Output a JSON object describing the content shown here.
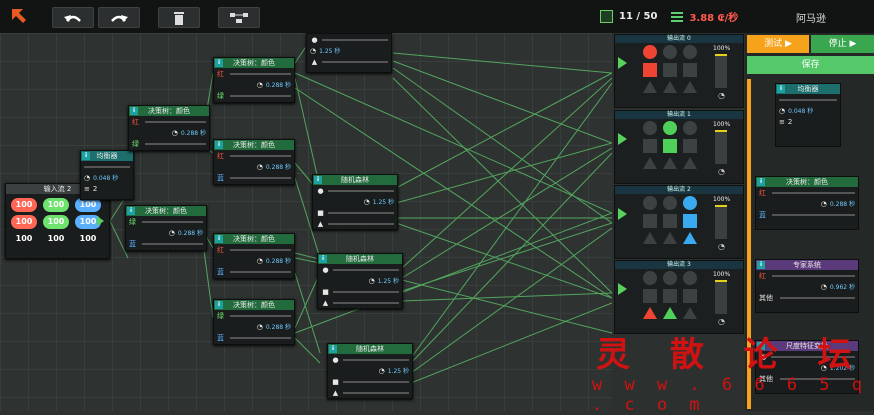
{
  "toolbar": {
    "counter": "11 / 50",
    "rate": "3.88 ₢/秒",
    "title": "阿马逊"
  },
  "input_node": {
    "title": "输入流 2",
    "cells": [
      [
        {
          "v": "100",
          "c": "red"
        },
        {
          "v": "100",
          "c": "grn"
        },
        {
          "v": "100",
          "c": "blu"
        }
      ],
      [
        {
          "v": "100",
          "c": "red"
        },
        {
          "v": "100",
          "c": "grn"
        },
        {
          "v": "100",
          "c": "blu"
        }
      ],
      [
        {
          "v": "100",
          "c": "wht"
        },
        {
          "v": "100",
          "c": "wht"
        },
        {
          "v": "100",
          "c": "wht"
        }
      ]
    ]
  },
  "balancer_node": {
    "title": "均衡器",
    "value": "0.048 秒",
    "count": "2"
  },
  "dt_nodes": [
    {
      "title": "决策树：颜色",
      "a": "红",
      "b": "绿",
      "val": "0.288 秒"
    },
    {
      "title": "决策树：颜色",
      "a": "红",
      "b": "绿",
      "val": "0.288 秒"
    },
    {
      "title": "决策树：颜色",
      "a": "红",
      "b": "蓝",
      "val": "0.288 秒"
    },
    {
      "title": "决策树：颜色",
      "a": "绿",
      "b": "蓝",
      "val": "0.288 秒"
    },
    {
      "title": "决策树：颜色",
      "a": "红",
      "b": "蓝",
      "val": "0.288 秒"
    },
    {
      "title": "决策树：颜色",
      "a": "绿",
      "b": "蓝",
      "val": "0.288 秒"
    }
  ],
  "rf_nodes": [
    {
      "title": "随机森林",
      "val": "1.25 秒"
    },
    {
      "title": "随机森林",
      "val": "1.25 秒"
    },
    {
      "title": "随机森林",
      "val": "1.25 秒"
    }
  ],
  "top_rf_val": "1.25 秒",
  "outputs": [
    {
      "title": "输出流 0",
      "pct": "100%"
    },
    {
      "title": "输出流 1",
      "pct": "100%"
    },
    {
      "title": "输出流 2",
      "pct": "100%"
    },
    {
      "title": "输出流 3",
      "pct": "100%"
    }
  ],
  "panel": {
    "tab_test": "测试",
    "tab_stop": "停止",
    "save": "保存",
    "balancer": {
      "title": "均衡器",
      "val": "0.048 秒",
      "count": "2"
    },
    "dt": {
      "title": "决策树：颜色",
      "a": "红",
      "b": "蓝",
      "val": "0.288 秒"
    },
    "expert": {
      "title": "专家系统",
      "a": "红",
      "b": "其他",
      "val": "0.962 秒"
    },
    "scale": {
      "title": "尺度特征变换",
      "a": "其他",
      "val": "1.202 秒"
    }
  },
  "watermark": {
    "title": "灵 散 论 坛",
    "url": "w w w . 6 6 6 5 q . c o m"
  },
  "colors": {
    "red": "#ee4433",
    "green": "#4fd159",
    "blue": "#39a9f0",
    "accent": "#f6a21a",
    "save": "#55c86a"
  }
}
